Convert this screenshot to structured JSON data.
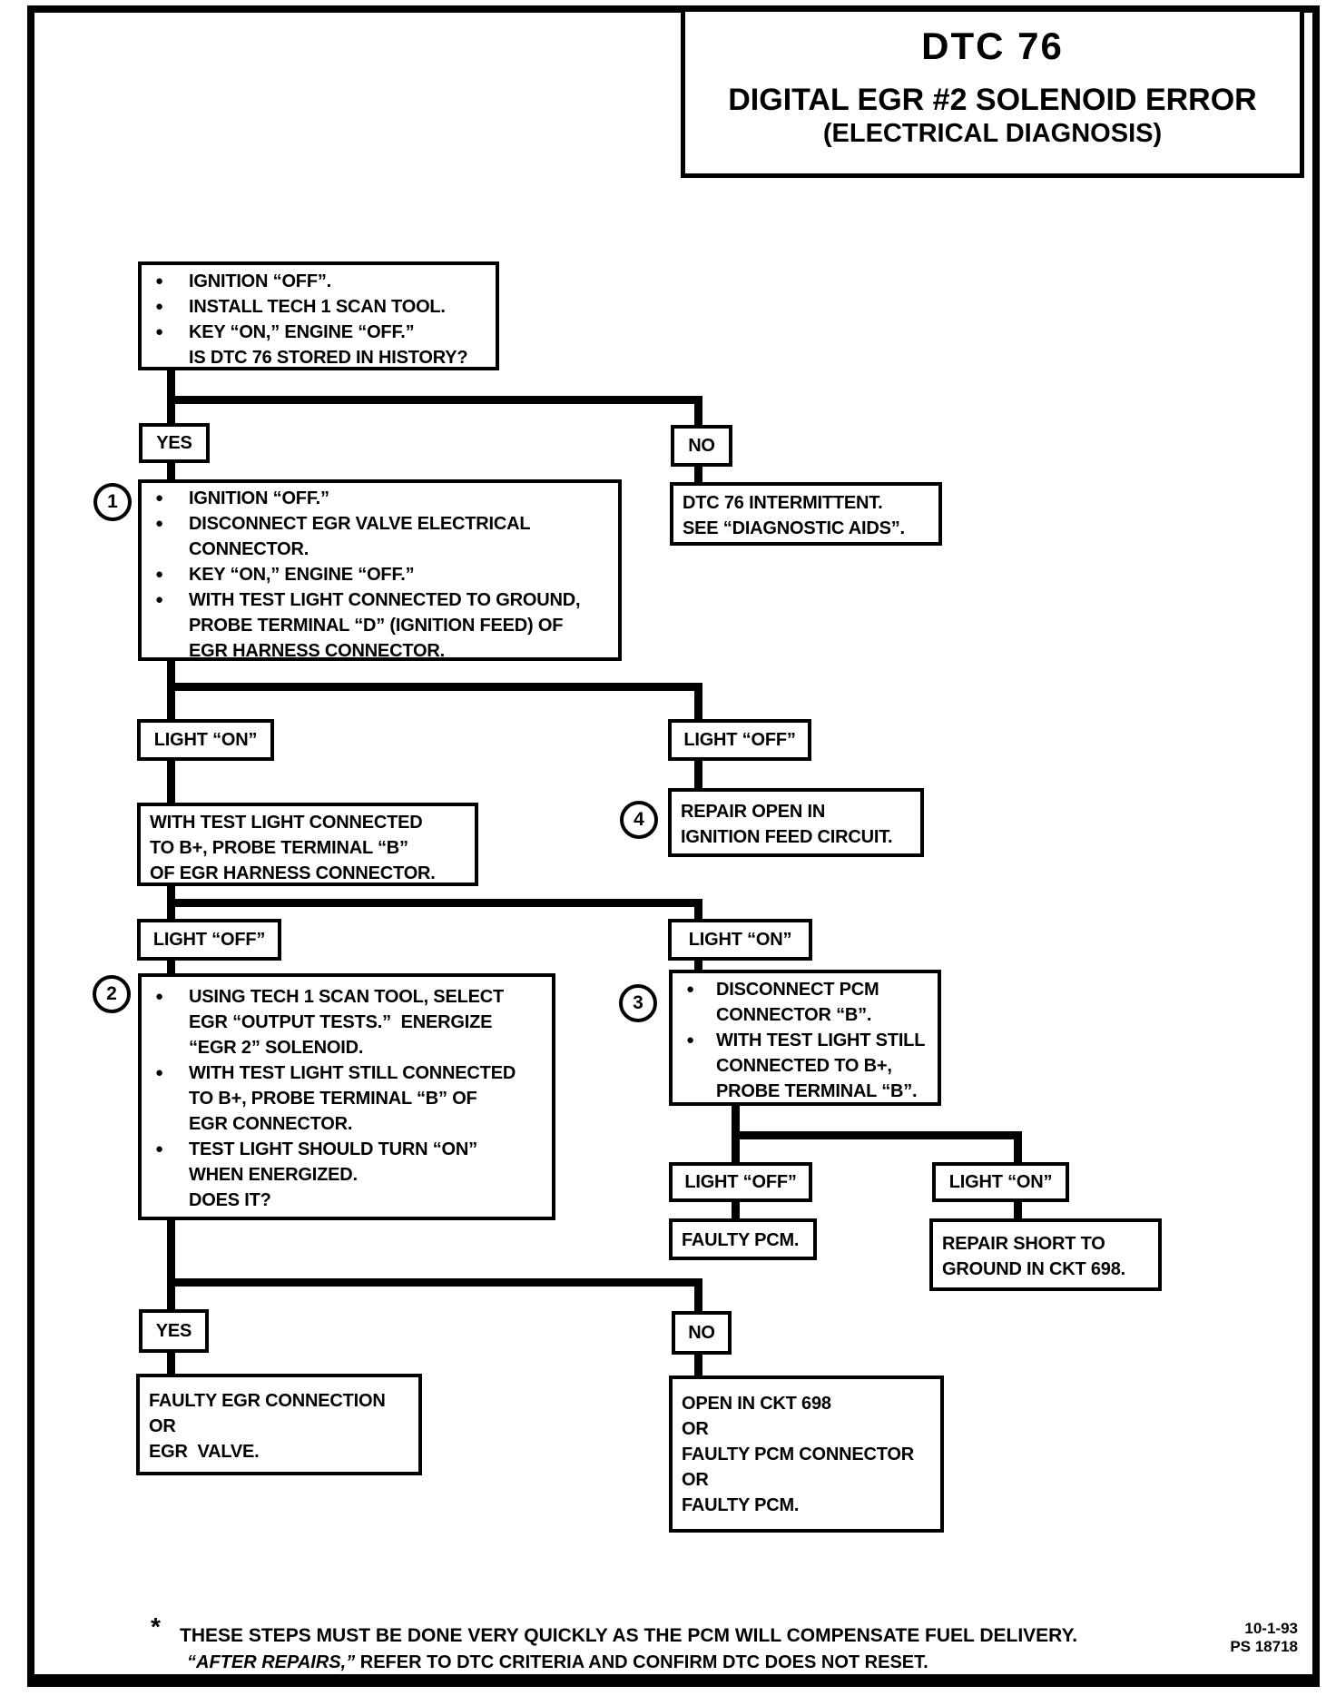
{
  "title": {
    "code": "DTC 76",
    "heading": "DIGITAL EGR #2 SOLENOID ERROR",
    "subheading": "(ELECTRICAL DIAGNOSIS)"
  },
  "labels": {
    "yes_top": "YES",
    "no_top": "NO",
    "light_on_1": "LIGHT “ON”",
    "light_off_1": "LIGHT “OFF”",
    "light_off_2": "LIGHT “OFF”",
    "light_on_2": "LIGHT “ON”",
    "light_off_3": "LIGHT “OFF”",
    "light_on_3": "LIGHT “ON”",
    "yes_bottom": "YES",
    "no_bottom": "NO"
  },
  "circles": {
    "c1": "1",
    "c2": "2",
    "c3": "3",
    "c4": "4"
  },
  "boxes": {
    "start": {
      "lines": [
        "IGNITION “OFF”.",
        "INSTALL TECH 1 SCAN TOOL.",
        "KEY “ON,” ENGINE “OFF.”",
        "IS DTC 76 STORED IN HISTORY?"
      ]
    },
    "step1": {
      "lines": [
        "IGNITION “OFF.”",
        "DISCONNECT EGR VALVE ELECTRICAL",
        "CONNECTOR.",
        "KEY “ON,” ENGINE “OFF.”",
        "WITH TEST LIGHT CONNECTED TO GROUND,",
        "PROBE TERMINAL “D” (IGNITION FEED) OF",
        "EGR HARNESS CONNECTOR."
      ]
    },
    "intermittent": {
      "lines": [
        "DTC 76 INTERMITTENT.",
        "SEE “DIAGNOSTIC AIDS”."
      ]
    },
    "probe_b": {
      "lines": [
        "WITH TEST LIGHT CONNECTED",
        "TO B+, PROBE TERMINAL “B”",
        "OF EGR HARNESS CONNECTOR."
      ]
    },
    "repair_open": {
      "lines": [
        "REPAIR OPEN IN",
        "IGNITION FEED CIRCUIT."
      ]
    },
    "step2": {
      "lines": [
        "USING TECH 1 SCAN TOOL, SELECT",
        "EGR “OUTPUT TESTS.”  ENERGIZE",
        "“EGR 2” SOLENOID.",
        "WITH TEST LIGHT STILL CONNECTED",
        "TO B+, PROBE TERMINAL “B” OF",
        "EGR CONNECTOR.",
        "TEST LIGHT SHOULD TURN “ON”",
        "WHEN ENERGIZED.",
        "DOES IT?"
      ]
    },
    "step3": {
      "lines": [
        "DISCONNECT PCM",
        "CONNECTOR “B”.",
        "WITH TEST LIGHT STILL",
        "CONNECTED TO B+,",
        "PROBE TERMINAL “B”."
      ]
    },
    "faulty_pcm": {
      "lines": [
        "FAULTY PCM."
      ]
    },
    "repair_short": {
      "lines": [
        "REPAIR SHORT TO",
        "GROUND IN CKT 698."
      ]
    },
    "faulty_egr": {
      "lines": [
        "FAULTY EGR CONNECTION",
        "OR",
        "EGR  VALVE."
      ]
    },
    "open_ckt": {
      "lines": [
        "OPEN IN CKT 698",
        "OR",
        "FAULTY PCM CONNECTOR",
        "OR",
        "FAULTY PCM."
      ]
    }
  },
  "footer": {
    "asterisk": "*",
    "note1": "THESE STEPS MUST BE DONE VERY QUICKLY AS THE PCM WILL COMPENSATE FUEL DELIVERY.",
    "note2_italic": "“AFTER REPAIRS,”",
    "note2_rest": " REFER TO DTC CRITERIA AND CONFIRM DTC DOES NOT RESET.",
    "date": "10-1-93",
    "doc_number": "PS 18718"
  }
}
